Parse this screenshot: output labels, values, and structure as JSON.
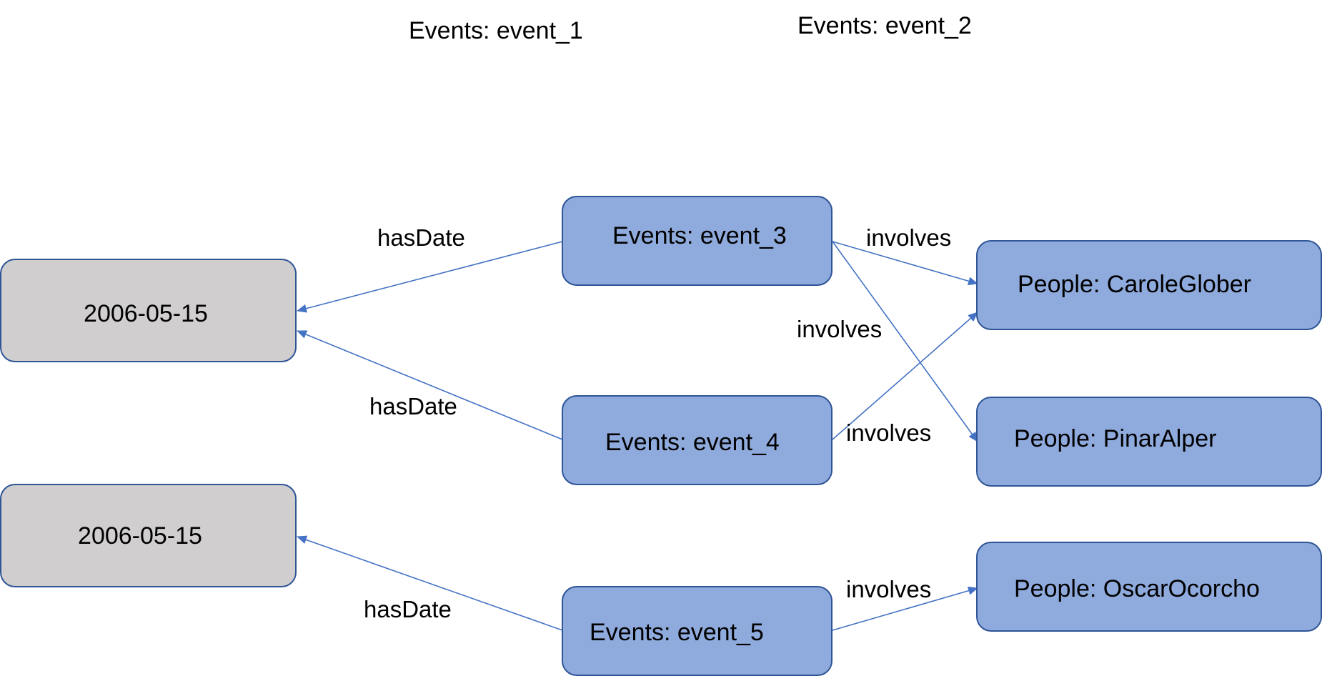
{
  "colors": {
    "event_fill": "#8faadc",
    "event_stroke": "#2f5597",
    "date_fill": "#d0cece",
    "date_stroke": "#2f5597",
    "edge": "#4472c4"
  },
  "free_labels": {
    "event_1": "Events: event_1",
    "event_2": "Events: event_2"
  },
  "nodes": {
    "date_1": "2006-05-15",
    "date_2": "2006-05-15",
    "event_3": "Events: event_3",
    "event_4": "Events: event_4",
    "event_5": "Events: event_5",
    "carole": "People: CaroleGlober",
    "pinar": "People: PinarAlper",
    "oscar": "People: OscarOcorcho"
  },
  "edges": {
    "e3_date": "hasDate",
    "e4_date": "hasDate",
    "e5_date": "hasDate",
    "e3_carole": "involves",
    "e3_pinar": "involves",
    "e4_carole": "involves",
    "e5_oscar": "involves"
  }
}
